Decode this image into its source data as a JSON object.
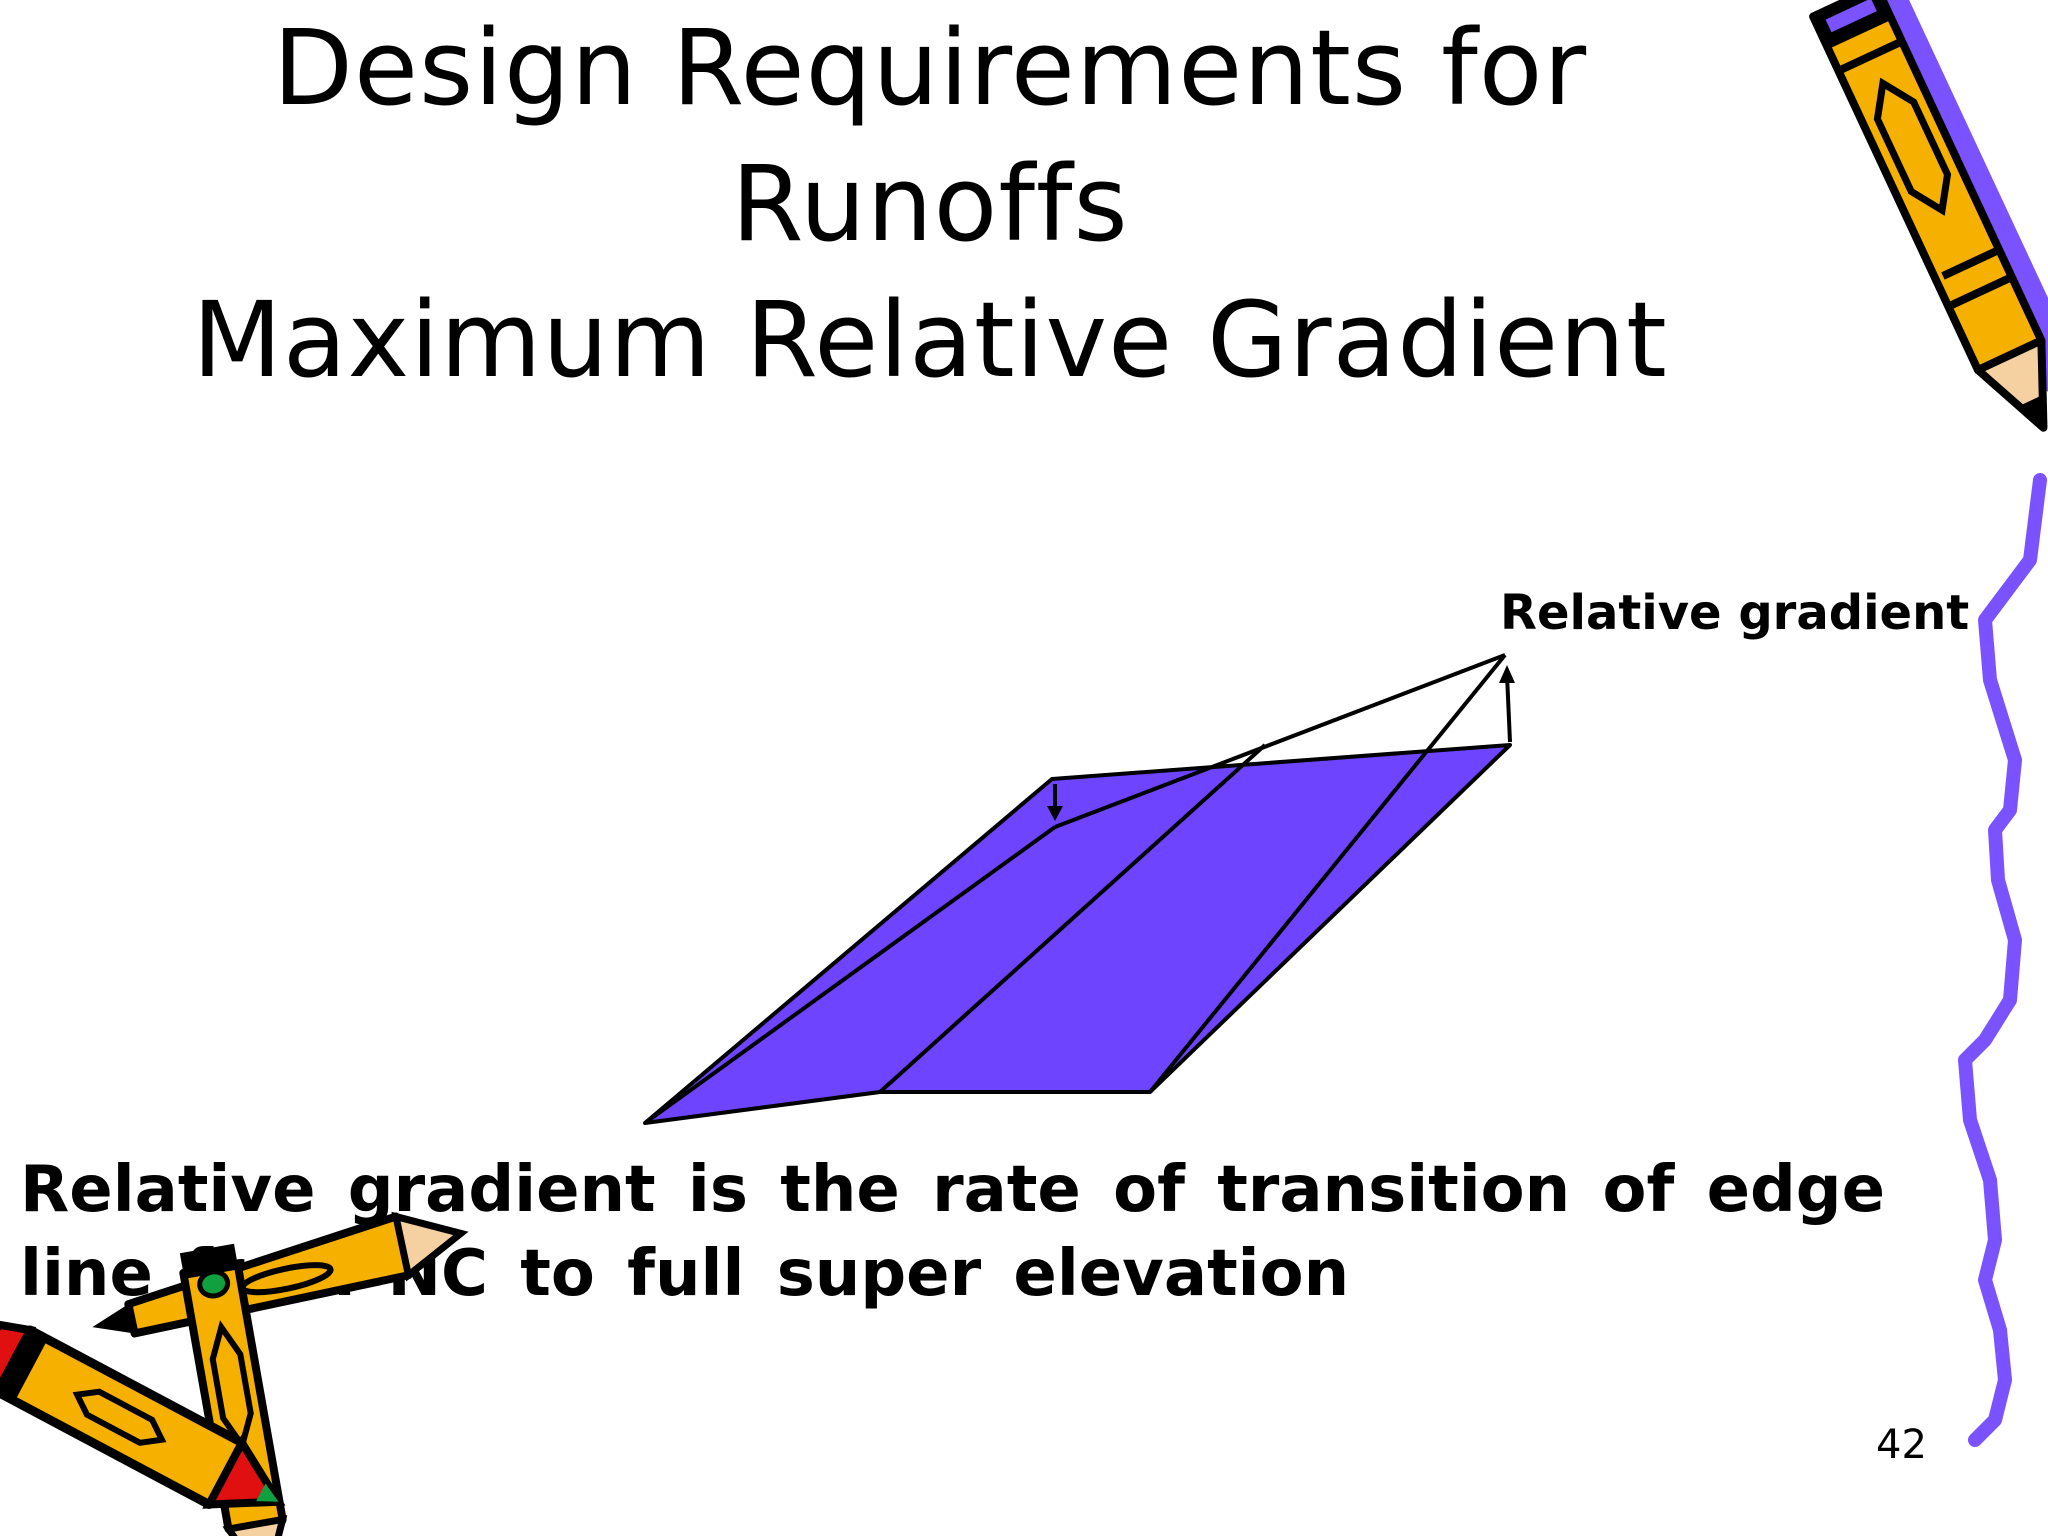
{
  "slide": {
    "title_lines": [
      "Design Requirements for",
      "Runoffs",
      "Maximum Relative Gradient"
    ],
    "diagram_label": "Relative gradient",
    "body_text": "Relative gradient is the rate of transition of edge line from NC to full super elevation",
    "page_number": "42"
  },
  "colors": {
    "pavement_fill": "#6e44ff",
    "squiggle": "#7a52ff",
    "pencil_body": "#f5b000",
    "pencil_tip_red": "#e01010",
    "pencil_tip_green": "#10a040"
  },
  "icons": [
    "pencil-clipart-icon",
    "pencils-clipart-icon"
  ]
}
